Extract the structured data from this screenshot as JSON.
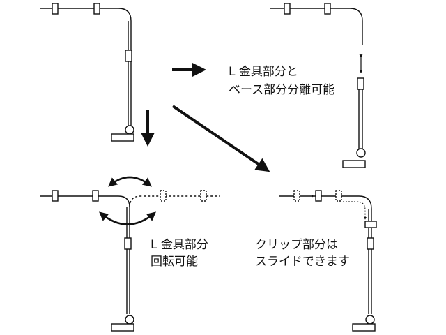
{
  "labels": {
    "detach_line1": "L 金具部分と",
    "detach_line2": "ベース部分分離可能",
    "rotate_line1": "L 金具部分",
    "rotate_line2": "回転可能",
    "slide_line1": "クリップ部分は",
    "slide_line2": "スライドできます"
  },
  "colors": {
    "line": "#111111",
    "background": "#ffffff"
  }
}
